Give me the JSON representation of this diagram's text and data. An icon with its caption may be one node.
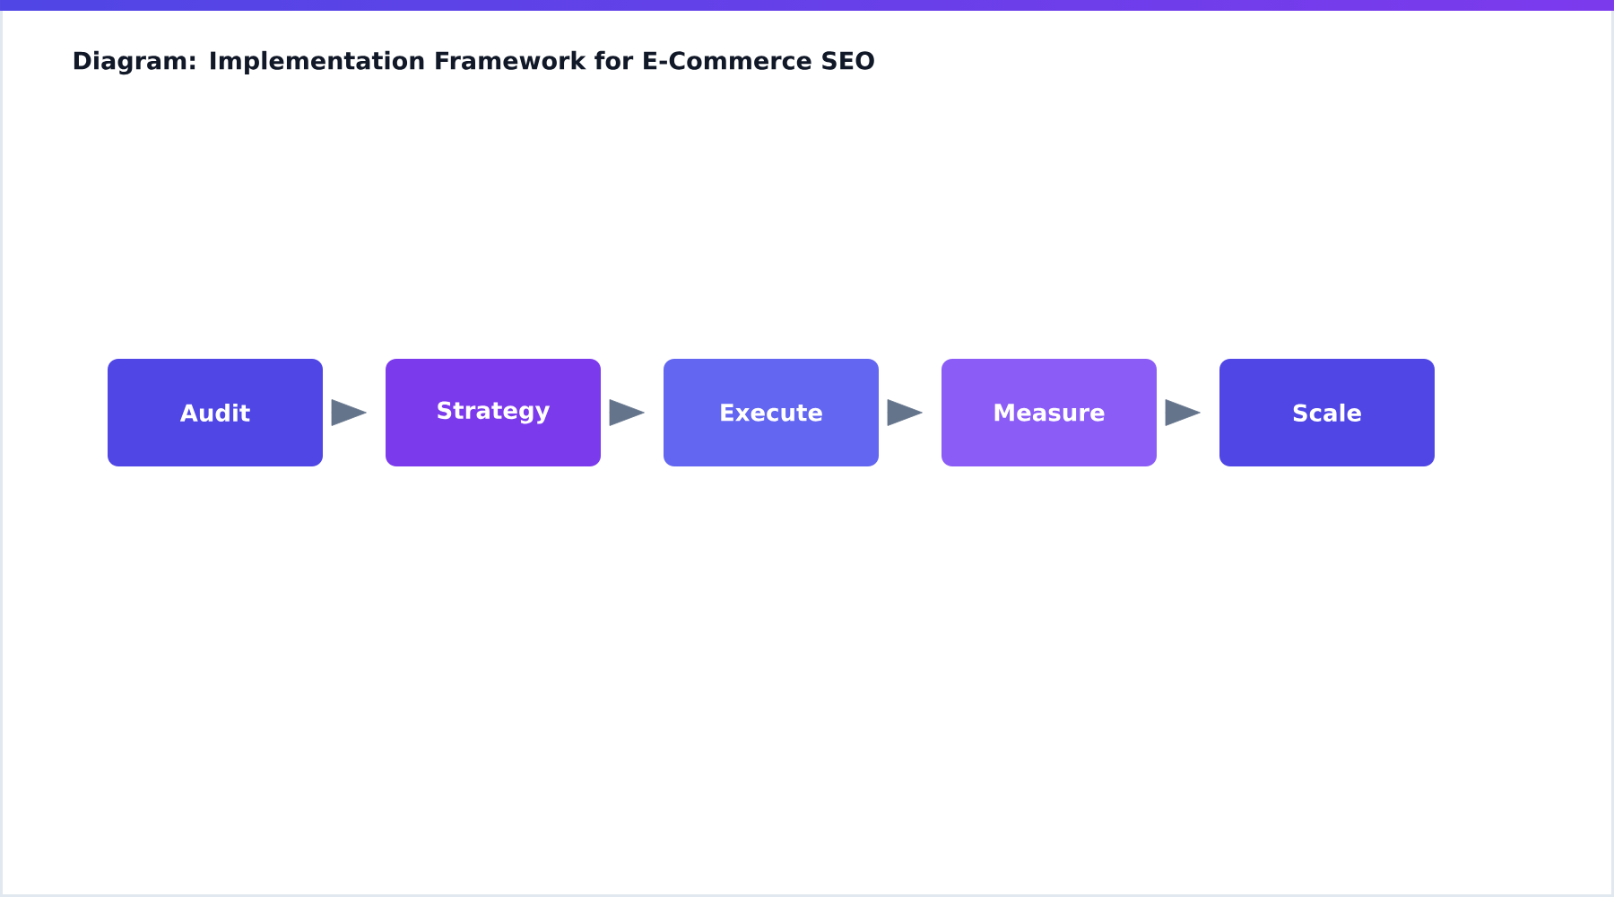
{
  "diagram": {
    "title": "Diagram: Implementation Framework for E-Commerce SEO",
    "nodes": [
      {
        "text": [
          "Audit"
        ]
      },
      {
        "text": [
          "Strategy"
        ]
      },
      {
        "text": [
          "Execute"
        ]
      },
      {
        "text": [
          "Measure"
        ]
      },
      {
        "text": [
          "Scale"
        ]
      }
    ],
    "edges": [
      {
        "from": 0,
        "to": 1,
        "arrow": "to"
      },
      {
        "from": 1,
        "to": 2,
        "arrow": "to"
      },
      {
        "from": 2,
        "to": 3,
        "arrow": "to"
      },
      {
        "from": 3,
        "to": 4,
        "arrow": "to"
      }
    ]
  }
}
